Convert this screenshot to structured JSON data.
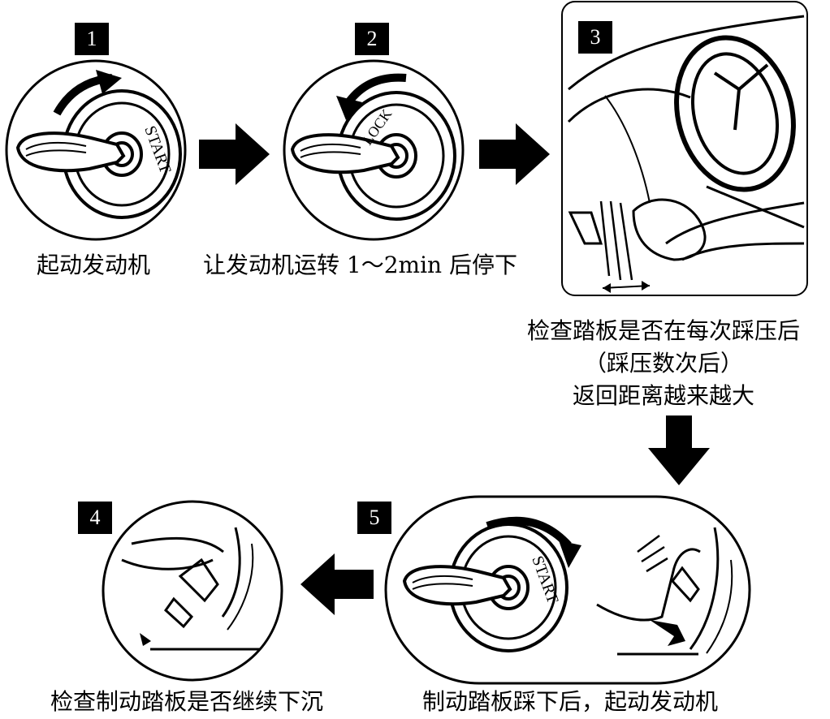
{
  "steps": [
    {
      "number": "1",
      "caption": "起动发动机",
      "ring_text": "START"
    },
    {
      "number": "2",
      "caption": "让发动机运转 1～2min 后停下",
      "ring_text": "LOCK"
    },
    {
      "number": "3",
      "caption_lines": [
        "检查踏板是否在每次踩压后",
        "（踩压数次后）",
        "返回距离越来越大"
      ]
    },
    {
      "number": "4",
      "caption": "检查制动踏板是否继续下沉"
    },
    {
      "number": "5",
      "caption": "制动踏板踩下后，起动发动机",
      "ring_text": "START"
    }
  ],
  "colors": {
    "ink": "#000000",
    "paper": "#ffffff"
  }
}
